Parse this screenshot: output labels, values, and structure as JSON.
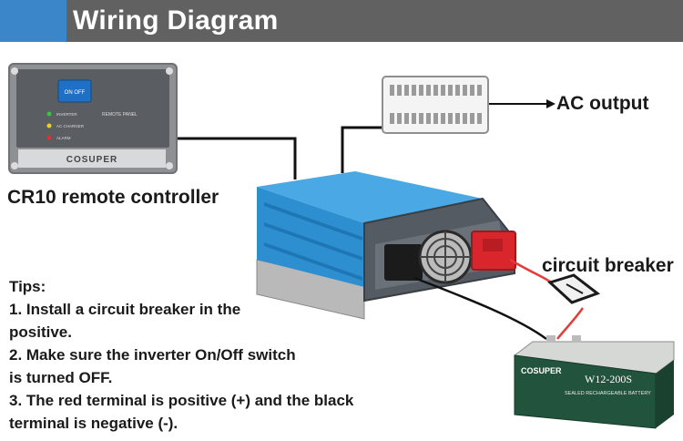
{
  "header": {
    "title": "Wiring Diagram"
  },
  "remote": {
    "label": "CR10 remote controller",
    "switch_text": "ON  OFF",
    "panel_text": "REMOTE PANEL",
    "led_inverter": "INVERTER",
    "led_ac_charger": "AC CHARGER",
    "led_alarm": "ALARM",
    "brand": "COSUPER"
  },
  "ac_output": {
    "label": "AC output"
  },
  "circuit_breaker": {
    "label": "circuit breaker"
  },
  "battery": {
    "brand": "COSUPER",
    "model": "W12-200S",
    "subtitle": "SEALED RECHARGEABLE BATTERY"
  },
  "tips": {
    "heading": "Tips:",
    "lines": [
      "1. Install a circuit breaker in the",
      "positive.",
      "2. Make sure the inverter On/Off switch",
      "is turned OFF.",
      "3. The red terminal is positive (+) and the black",
      "terminal is negative (-)."
    ]
  },
  "colors": {
    "accent": "#3a86c9",
    "header": "#616161",
    "inverter_body": "#2f95d6",
    "wire_positive": "#e63b3b"
  }
}
